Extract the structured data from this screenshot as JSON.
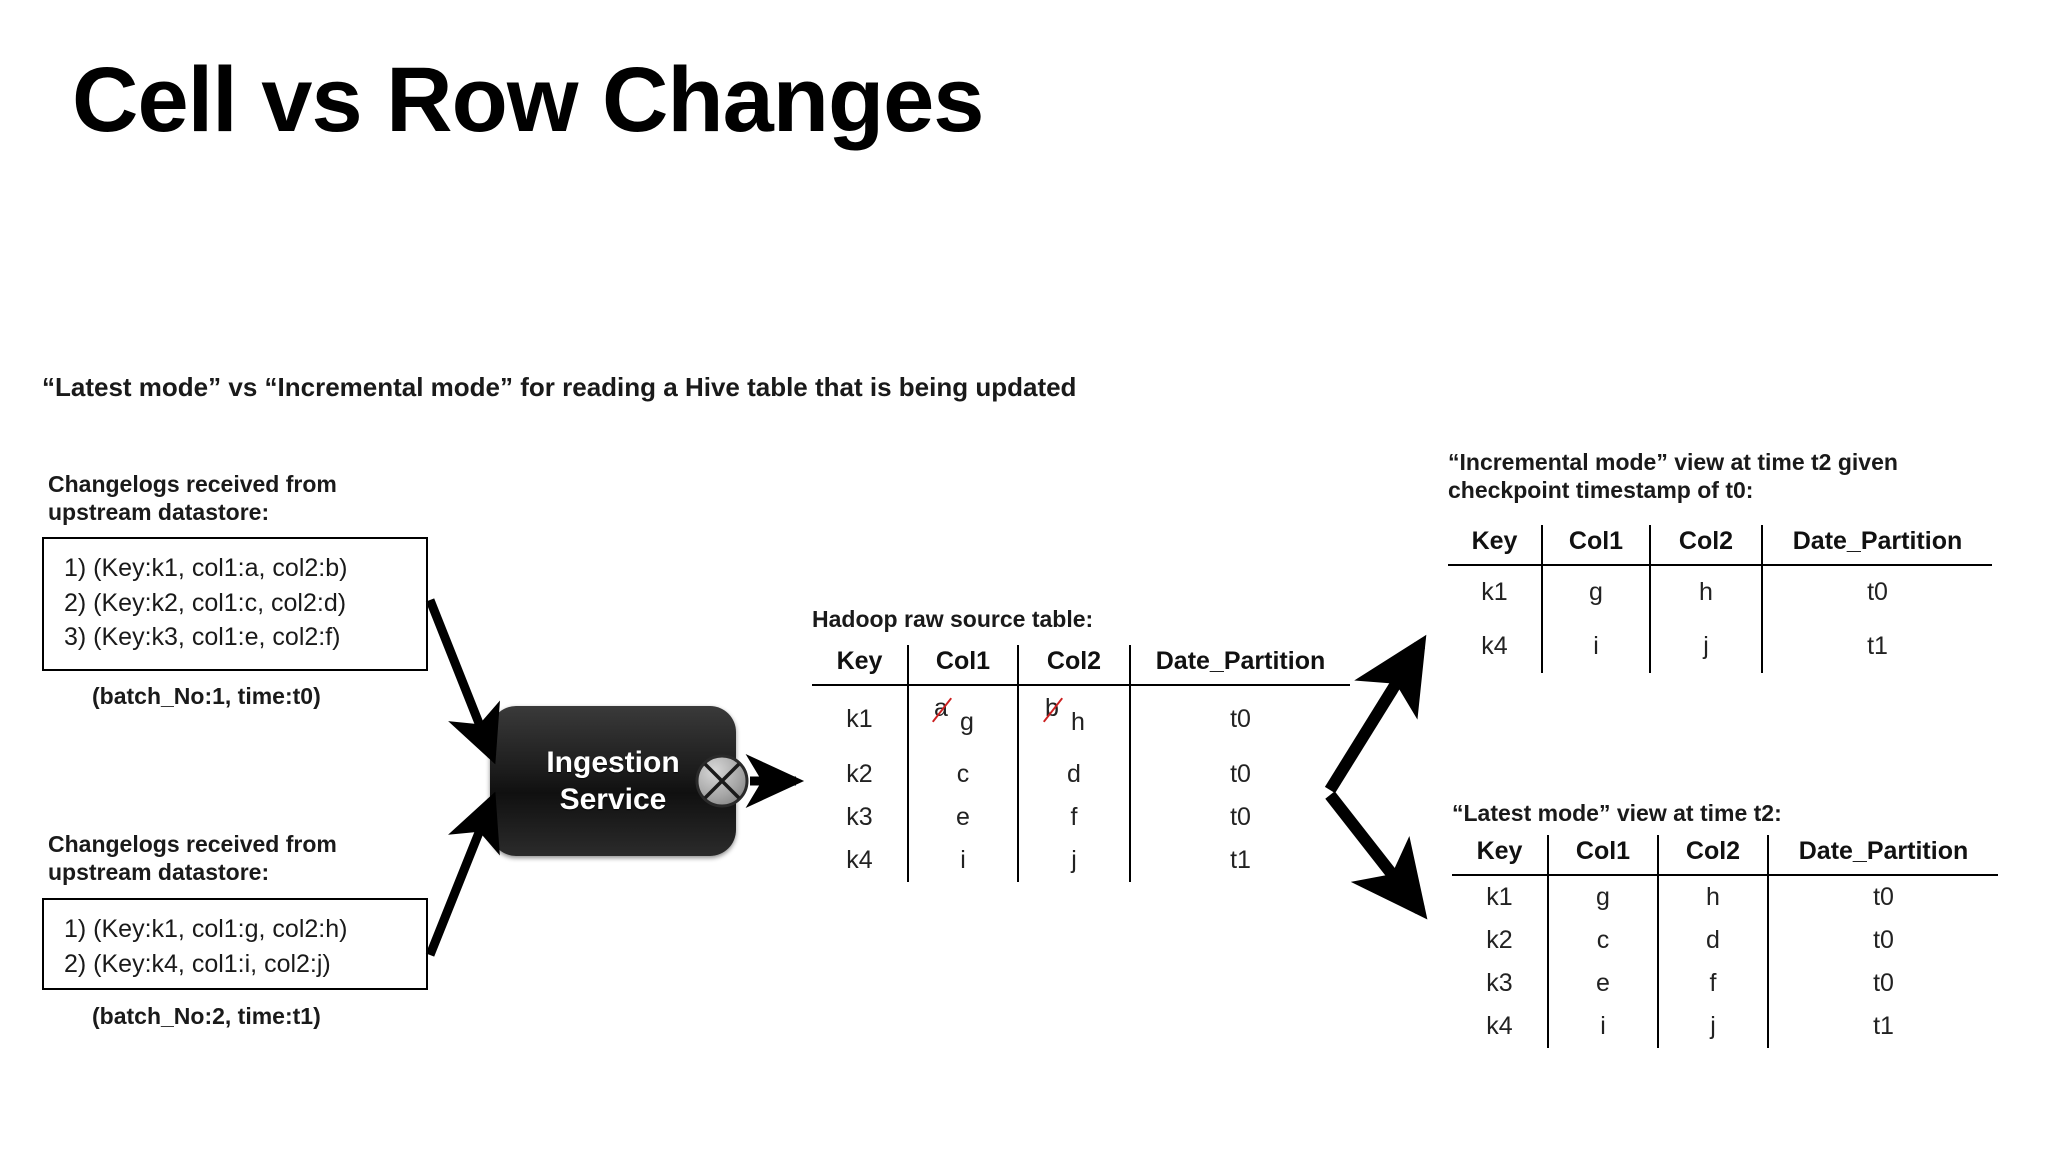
{
  "slide": {
    "title": "Cell vs Row Changes",
    "subtitle": "“Latest mode” vs “Incremental mode” for reading a Hive table that is being updated",
    "background_color": "#ffffff",
    "text_color": "#000000",
    "strike_color": "#cc2020",
    "node_fill_color": "#1b1b1b",
    "node_text_color": "#ffffff"
  },
  "changelog_1": {
    "heading": "Changelogs received from\nupstream datastore:",
    "lines": [
      "1) (Key:k1, col1:a, col2:b)",
      "2) (Key:k2, col1:c, col2:d)",
      "3) (Key:k3, col1:e, col2:f)"
    ],
    "caption": "(batch_No:1, time:t0)"
  },
  "changelog_2": {
    "heading": "Changelogs received from\nupstream datastore:",
    "lines": [
      "1) (Key:k1, col1:g, col2:h)",
      "2) (Key:k4, col1:i, col2:j)"
    ],
    "caption": "(batch_No:2, time:t1)"
  },
  "ingestion": {
    "label": "Ingestion\nService",
    "port_icon": "crossed-circle-icon"
  },
  "source_table": {
    "heading": "Hadoop raw source table:",
    "columns": [
      "Key",
      "Col1",
      "Col2",
      "Date_Partition"
    ],
    "rows": [
      {
        "key": "k1",
        "col1_old": "a",
        "col1_new": "g",
        "col2_old": "b",
        "col2_new": "h",
        "date_partition": "t0",
        "edited": true
      },
      {
        "key": "k2",
        "col1": "c",
        "col2": "d",
        "date_partition": "t0",
        "edited": false
      },
      {
        "key": "k3",
        "col1": "e",
        "col2": "f",
        "date_partition": "t0",
        "edited": false
      },
      {
        "key": "k4",
        "col1": "i",
        "col2": "j",
        "date_partition": "t1",
        "edited": false
      }
    ]
  },
  "incremental_view": {
    "heading": "“Incremental mode” view at time t2 given\ncheckpoint timestamp of t0:",
    "columns": [
      "Key",
      "Col1",
      "Col2",
      "Date_Partition"
    ],
    "rows": [
      {
        "key": "k1",
        "col1": "g",
        "col2": "h",
        "date_partition": "t0"
      },
      {
        "key": "k4",
        "col1": "i",
        "col2": "j",
        "date_partition": "t1"
      }
    ]
  },
  "latest_view": {
    "heading": "“Latest mode” view at time t2:",
    "columns": [
      "Key",
      "Col1",
      "Col2",
      "Date_Partition"
    ],
    "rows": [
      {
        "key": "k1",
        "col1": "g",
        "col2": "h",
        "date_partition": "t0"
      },
      {
        "key": "k2",
        "col1": "c",
        "col2": "d",
        "date_partition": "t0"
      },
      {
        "key": "k3",
        "col1": "e",
        "col2": "f",
        "date_partition": "t0"
      },
      {
        "key": "k4",
        "col1": "i",
        "col2": "j",
        "date_partition": "t1"
      }
    ]
  }
}
